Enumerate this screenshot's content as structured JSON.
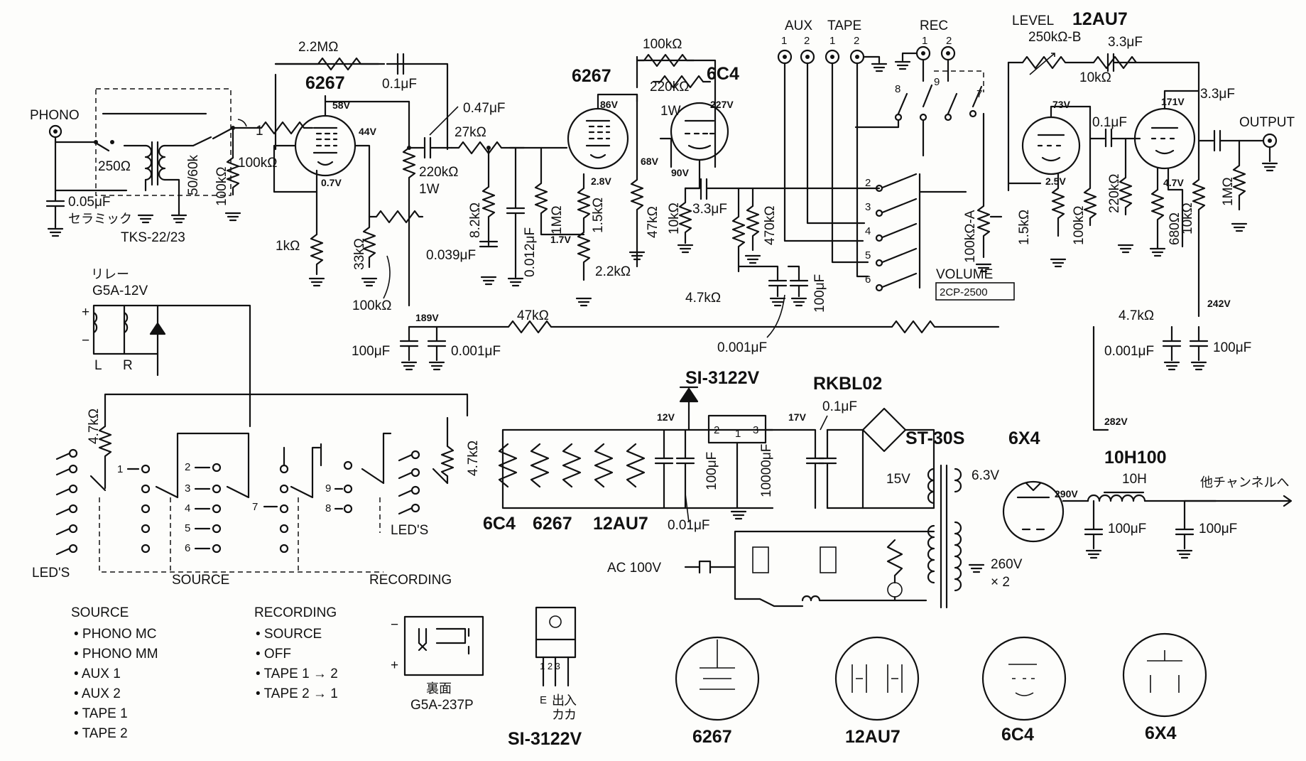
{
  "inputs": {
    "phono": "PHONO",
    "aux": "AUX",
    "tape": "TAPE",
    "rec": "REC",
    "n1": "1",
    "n2": "2",
    "output": "OUTPUT"
  },
  "tubes": {
    "t6267_a": "6267",
    "t6267_b": "6267",
    "t6c4": "6C4",
    "t12au7": "12AU7",
    "t6x4": "6X4"
  },
  "ics": {
    "regulator": "SI-3122V",
    "bridge": "RKBL02",
    "transformer": "ST-30S",
    "choke": "10H100"
  },
  "components": {
    "r22m": "2.2MΩ",
    "c01": "0.1μF",
    "c047": "0.47μF",
    "r27k": "27kΩ",
    "r100k_a": "100kΩ",
    "r220k_a": "220kΩ",
    "w1": "1W",
    "r220k_b": "220kΩ",
    "w1_b": "1W",
    "r100k_b": "100kΩ",
    "r100k_c": "100kΩ",
    "r1k": "1kΩ",
    "r33k": "33kΩ",
    "r100k_d": "100kΩ",
    "r250": "250Ω",
    "r5060k": "50/60k",
    "c005": "0.05μF",
    "ceramic": "セラミック",
    "trans": "TKS-22/23",
    "r82k": "8.2kΩ",
    "c0039": "0.039μF",
    "c0012": "0.012μF",
    "r1m": "1MΩ",
    "r15k_a": "1.5kΩ",
    "r22k": "2.2kΩ",
    "r47k": "47kΩ",
    "r10k_a": "10kΩ",
    "c33": "3.3μF",
    "r470k": "470kΩ",
    "r47k_a": "4.7kΩ",
    "c100u_a": "100μF",
    "c0001_a": "0.001μF",
    "vol": "100kΩ-A",
    "volume": "VOLUME",
    "pot": "2CP-2500",
    "level": "LEVEL",
    "level_pot": "250kΩ-B",
    "c33_b": "3.3μF",
    "r10k_b": "10kΩ",
    "c01_b": "0.1μF",
    "c33_c": "3.3μF",
    "r15k_b": "1.5kΩ",
    "r100k_e": "100kΩ",
    "r220k_c": "220kΩ",
    "r680": "680Ω",
    "r10k_c": "10kΩ",
    "r1m_b": "1MΩ",
    "r47k_b": "4.7kΩ",
    "c0001_b": "0.001μF",
    "c100u_b": "100μF",
    "r47k_c": "47kΩ",
    "c100u_c": "100μF",
    "c0001_c": "0.001μF",
    "r47k_d": "4.7kΩ",
    "r47k_e": "4.7kΩ",
    "c0001_d": "0.001μF",
    "c100u_d": "100μF",
    "c10000": "10000μF",
    "c01_c": "0.1μF",
    "c001": "0.01μF",
    "v15": "15V",
    "v63": "6.3V",
    "v260": "260V",
    "x2": "× 2",
    "choke_h": "10H",
    "c100u_e": "100μF",
    "c100u_f": "100μF",
    "to_other": "他チャンネルへ",
    "ac": "AC 100V"
  },
  "voltages": {
    "v58": "58V",
    "v44": "44V",
    "v07": "0.7V",
    "v86": "86V",
    "v28": "2.8V",
    "v68": "68V",
    "v17": "1.7V",
    "v227": "227V",
    "v90": "90V",
    "v73": "73V",
    "v25": "2.5V",
    "v171": "171V",
    "v47": "4.7V",
    "v189": "189V",
    "v242": "242V",
    "v282": "282V",
    "v290": "290V",
    "v12": "12V",
    "v17b": "17V"
  },
  "relay": {
    "label": "リレー",
    "model": "G5A-12V",
    "plus": "+",
    "minus": "−",
    "l": "L",
    "r": "R",
    "bottom": "裏面",
    "part": "G5A-237P"
  },
  "heaters": {
    "h1": "6C4",
    "h2": "6267",
    "h3": "12AU7"
  },
  "switch": {
    "source": "SOURCE",
    "recording": "RECORDING",
    "leds_a": "LED'S",
    "leds_b": "LED'S",
    "sw1": "1",
    "sw2": "2",
    "sw3": "3",
    "sw4": "4",
    "sw5": "5",
    "sw6": "6",
    "sw7": "7",
    "sw8": "8",
    "sw9": "9",
    "r47k_sw": "4.7kΩ",
    "r47k_sw2": "4.7kΩ"
  },
  "rotary": {
    "s2": "2",
    "s3": "3",
    "s4": "4",
    "s5": "5",
    "s6": "6",
    "s7": "7",
    "s8": "8",
    "s9": "9"
  },
  "legend": {
    "source_title": "SOURCE",
    "source_items": [
      "PHONO MC",
      "PHONO MM",
      "AUX 1",
      "AUX 2",
      "TAPE 1",
      "TAPE 2"
    ],
    "rec_title": "RECORDING",
    "rec_items": [
      "SOURCE",
      "OFF",
      "TAPE 1 → 2",
      "TAPE 2 → 1"
    ]
  },
  "pinout": {
    "regulator_pins": "1 2 3",
    "pin_e": "E",
    "pin_out": "出",
    "pin_in": "入",
    "ka": "カ",
    "kb": "カ",
    "regulator_name": "SI-3122V",
    "t6267": "6267",
    "t12au7": "12AU7",
    "t6c4": "6C4",
    "t6x4": "6X4"
  },
  "colors": {
    "ink": "#111111",
    "paper": "#fdfdfb"
  }
}
